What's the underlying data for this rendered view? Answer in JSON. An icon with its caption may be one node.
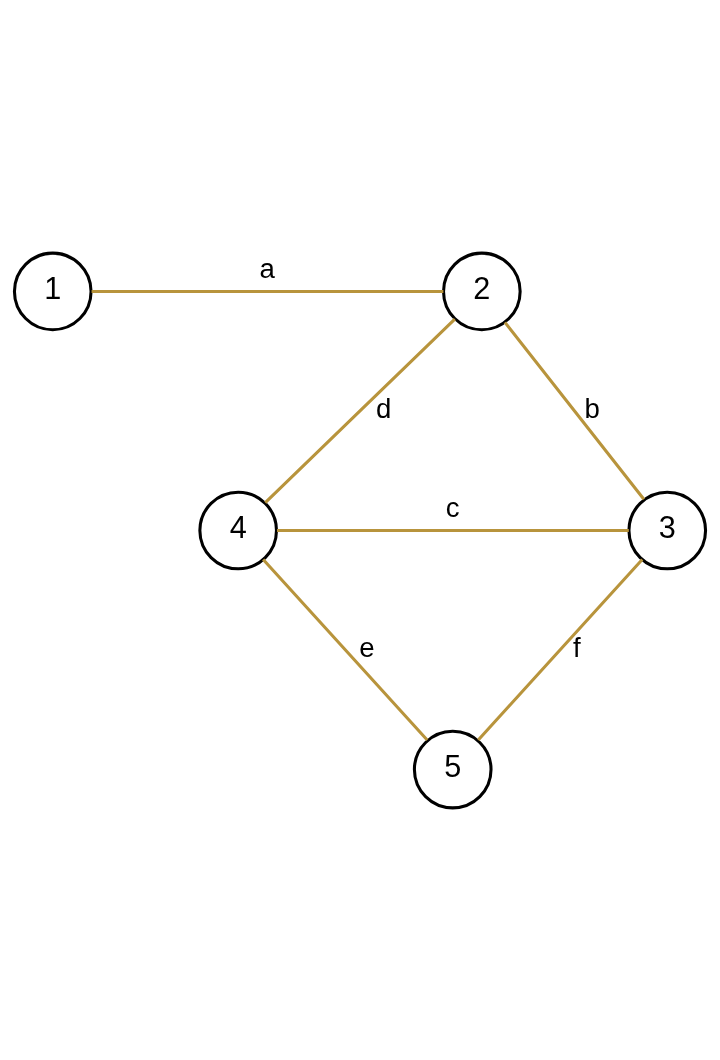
{
  "diagram": {
    "nodes": [
      {
        "text": [
          "1"
        ]
      },
      {
        "text": [
          "2"
        ]
      },
      {
        "text": [
          "3"
        ]
      },
      {
        "text": [
          "4"
        ]
      },
      {
        "text": [
          "5"
        ]
      }
    ],
    "edges": [
      {
        "from": 0,
        "to": 1,
        "arrow": "none",
        "label": "a"
      },
      {
        "from": 1,
        "to": 2,
        "arrow": "none",
        "label": "b"
      },
      {
        "from": 3,
        "to": 2,
        "arrow": "none",
        "label": "c"
      },
      {
        "from": 3,
        "to": 1,
        "arrow": "none",
        "label": "d"
      },
      {
        "from": 3,
        "to": 4,
        "arrow": "none",
        "label": "e"
      },
      {
        "from": 4,
        "to": 2,
        "arrow": "none",
        "label": "f"
      }
    ]
  }
}
